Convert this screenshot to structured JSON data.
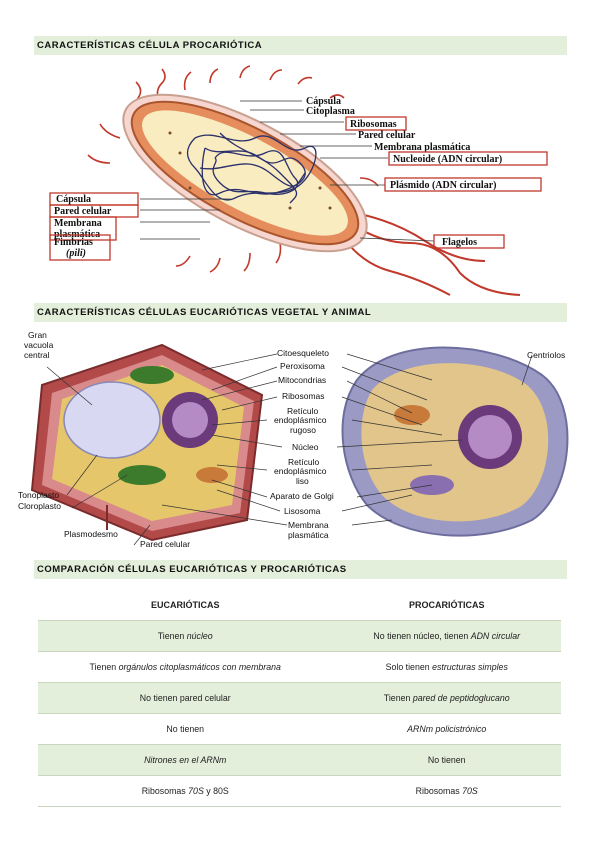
{
  "sections": {
    "prokaryote_title": "CARACTERÍSTICAS CÉLULA PROCARIÓTICA",
    "eukaryote_title": "CARACTERÍSTICAS CÉLULAS EUCARIÓTICAS VEGETAL Y ANIMAL",
    "comparison_title": "COMPARACIÓN CÉLULAS EUCARIÓTICAS Y PROCARIÓTICAS"
  },
  "prokaryote_labels": {
    "capsula_right": "Cápsula",
    "citoplasma": "Citoplasma",
    "ribosomas": "Ribosomas",
    "pared_right": "Pared celular",
    "membrana_right": "Membrana plasmática",
    "nucleoide": "Nucleoide (ADN circular)",
    "plasmido": "Plásmido (ADN circular)",
    "capsula_left": "Cápsula",
    "pared_left": "Pared celular",
    "membrana_left_1": "Membrana",
    "membrana_left_2": "plasmática",
    "fimbrias": "Fimbrias",
    "pili": "(pili)",
    "flagelos": "Flagelos"
  },
  "eukaryote_labels": {
    "gran_1": "Gran",
    "gran_2": "vacuola",
    "gran_3": "central",
    "citoesqueleto": "Citoesqueleto",
    "peroxisoma": "Peroxisoma",
    "mitocondrias": "Mitocondrias",
    "ribosomas": "Ribosomas",
    "rer_1": "Retículo",
    "rer_2": "endoplásmico",
    "rer_3": "rugoso",
    "nucleo": "Núcleo",
    "rel_1": "Retículo",
    "rel_2": "endoplásmico",
    "rel_3": "liso",
    "golgi": "Aparato de Golgi",
    "lisosoma": "Lisosoma",
    "membrana_1": "Membrana",
    "membrana_2": "plasmática",
    "tonoplasto": "Tonoplasto",
    "cloroplasto": "Cloroplasto",
    "plasmodesmo": "Plasmodesmo",
    "pared": "Pared celular",
    "centriolos": "Centriolos"
  },
  "table": {
    "headers": [
      "EUCARIÓTICAS",
      "PROCARIÓTICAS"
    ],
    "rows": [
      {
        "euk_pre": "Tienen ",
        "euk_em": "núcleo",
        "euk_post": "",
        "pro_pre": "No tienen núcleo, tienen ",
        "pro_em": "ADN circular",
        "pro_post": ""
      },
      {
        "euk_pre": "Tienen ",
        "euk_em": "orgánulos citoplasmáticos con membrana",
        "euk_post": "",
        "pro_pre": "Solo tienen ",
        "pro_em": "estructuras simples",
        "pro_post": ""
      },
      {
        "euk_pre": "No tienen pared celular",
        "euk_em": "",
        "euk_post": "",
        "pro_pre": "Tienen ",
        "pro_em": "pared de peptidoglucano",
        "pro_post": ""
      },
      {
        "euk_pre": "No tienen",
        "euk_em": "",
        "euk_post": "",
        "pro_pre": "",
        "pro_em": "ARNm policistrónico",
        "pro_post": ""
      },
      {
        "euk_pre": "",
        "euk_em": "Nitrones en el ARNm",
        "euk_post": "",
        "pro_pre": "No tienen",
        "pro_em": "",
        "pro_post": ""
      },
      {
        "euk_pre": "Ribosomas ",
        "euk_em": "70S",
        "euk_post": " y 80S",
        "pro_pre": "Ribosomas ",
        "pro_em": "70S",
        "pro_post": ""
      }
    ]
  }
}
